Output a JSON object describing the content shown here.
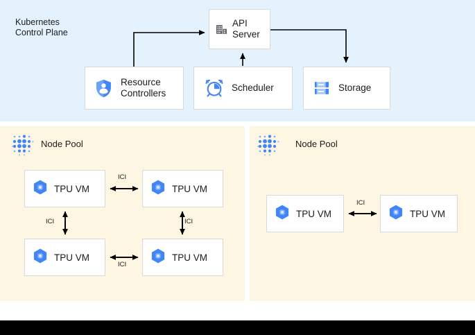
{
  "control_plane": {
    "title": "Kubernetes\nControl Plane",
    "title_line1": "Kubernetes",
    "title_line2": "Control Plane",
    "background": "#e3f2fd",
    "boxes": [
      {
        "id": "api-server",
        "label": "API\nServer",
        "label_line1": "API",
        "label_line2": "Server",
        "icon": "building-icon",
        "icon_color": "#5f6368"
      },
      {
        "id": "resource-controllers",
        "label": "Resource\nControllers",
        "label_line1": "Resource",
        "label_line2": "Controllers",
        "icon": "shield-person-icon",
        "icon_color": "#4285f4"
      },
      {
        "id": "scheduler",
        "label": "Scheduler",
        "label_line1": "Scheduler",
        "label_line2": "",
        "icon": "alarm-clock-icon",
        "icon_color": "#4285f4"
      },
      {
        "id": "storage",
        "label": "Storage",
        "label_line1": "Storage",
        "label_line2": "",
        "icon": "server-storage-icon",
        "icon_color": "#4285f4"
      }
    ]
  },
  "node_pools": [
    {
      "id": "node-pool-left",
      "title": "Node Pool",
      "background": "#fdf6e3",
      "icon": "dot-grid-icon",
      "icon_color": "#4285f4",
      "vms": [
        {
          "label": "TPU VM",
          "icon": "tpu-hexagon-icon"
        },
        {
          "label": "TPU VM",
          "icon": "tpu-hexagon-icon"
        },
        {
          "label": "TPU VM",
          "icon": "tpu-hexagon-icon"
        },
        {
          "label": "TPU VM",
          "icon": "tpu-hexagon-icon"
        }
      ],
      "links": [
        {
          "label": "ICI",
          "orientation": "horizontal"
        },
        {
          "label": "ICI",
          "orientation": "vertical"
        },
        {
          "label": "ICI",
          "orientation": "vertical"
        },
        {
          "label": "ICI",
          "orientation": "horizontal"
        }
      ]
    },
    {
      "id": "node-pool-right",
      "title": "Node Pool",
      "background": "#fdf6e3",
      "icon": "dot-grid-icon",
      "icon_color": "#4285f4",
      "vms": [
        {
          "label": "TPU VM",
          "icon": "tpu-hexagon-icon"
        },
        {
          "label": "TPU VM",
          "icon": "tpu-hexagon-icon"
        }
      ],
      "links": [
        {
          "label": "ICI",
          "orientation": "horizontal"
        }
      ]
    }
  ],
  "colors": {
    "control_plane_bg": "#e3f2fd",
    "node_pool_bg": "#fdf6e3",
    "accent_blue": "#4285f4",
    "icon_gray": "#5f6368",
    "box_border": "#d8d8d8",
    "arrow": "#000000",
    "bottom_bar": "#000000"
  }
}
